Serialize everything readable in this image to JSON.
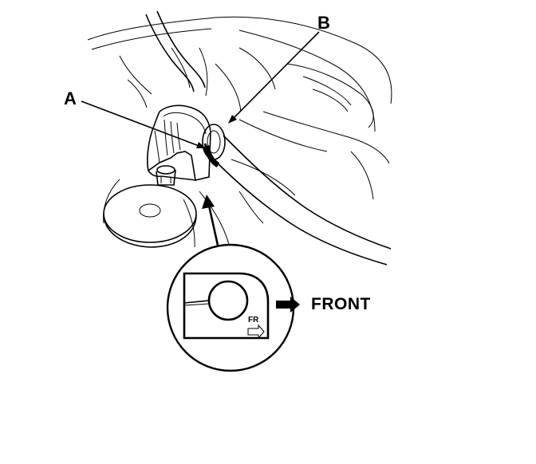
{
  "diagram": {
    "callouts": {
      "a": "A",
      "b": "B"
    },
    "detail_view": {
      "direction_label": "FRONT",
      "bushing_mark": "FR"
    }
  },
  "colors": {
    "line": "#000000",
    "background": "#ffffff"
  }
}
